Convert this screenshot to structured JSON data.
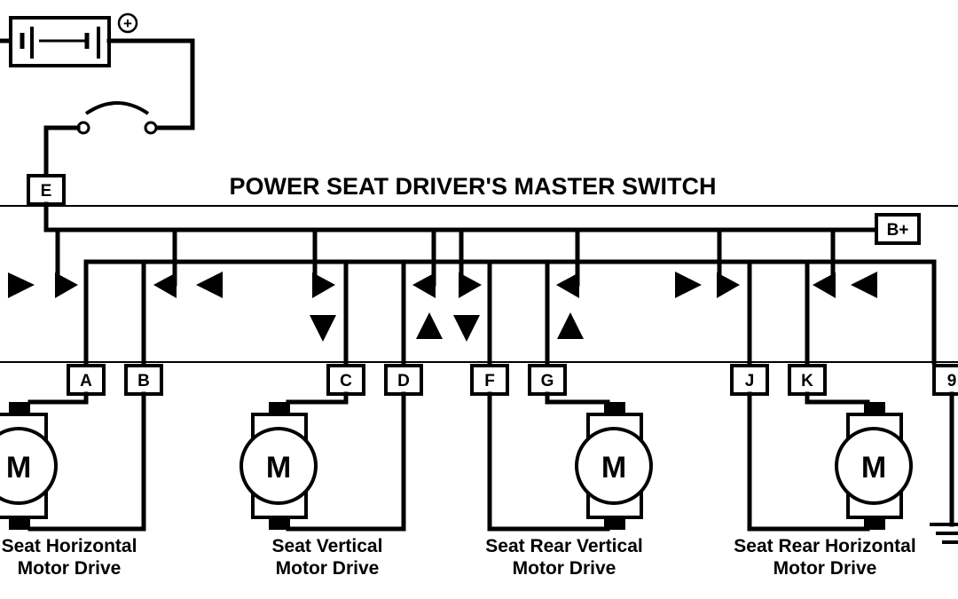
{
  "title": "POWER SEAT DRIVER'S MASTER SWITCH",
  "battery": {
    "icon": "battery-icon",
    "positive_label": "+"
  },
  "switch": {
    "icon": "ignition-switch-icon"
  },
  "connectors": {
    "E": "E",
    "Bplus": "B+",
    "A": "A",
    "B": "B",
    "C": "C",
    "D": "D",
    "F": "F",
    "G": "G",
    "J": "J",
    "K": "K",
    "ground": "9"
  },
  "motors": [
    {
      "symbol": "M",
      "caption_line1": "Seat Horizontal",
      "caption_line2": "Motor Drive",
      "pins": [
        "A",
        "B"
      ]
    },
    {
      "symbol": "M",
      "caption_line1": "Seat Vertical",
      "caption_line2": "Motor Drive",
      "pins": [
        "C",
        "D"
      ]
    },
    {
      "symbol": "M",
      "caption_line1": "Seat Rear Vertical",
      "caption_line2": "Motor Drive",
      "pins": [
        "F",
        "G"
      ]
    },
    {
      "symbol": "M",
      "caption_line1": "Seat Rear Horizontal",
      "caption_line2": "Motor Drive",
      "pins": [
        "J",
        "K"
      ]
    }
  ],
  "ground": {
    "icon": "ground-icon"
  },
  "direction_arrows": [
    "right",
    "right",
    "left",
    "left",
    "right",
    "down",
    "left",
    "up",
    "right",
    "down",
    "left",
    "up",
    "right",
    "right",
    "left",
    "left"
  ]
}
